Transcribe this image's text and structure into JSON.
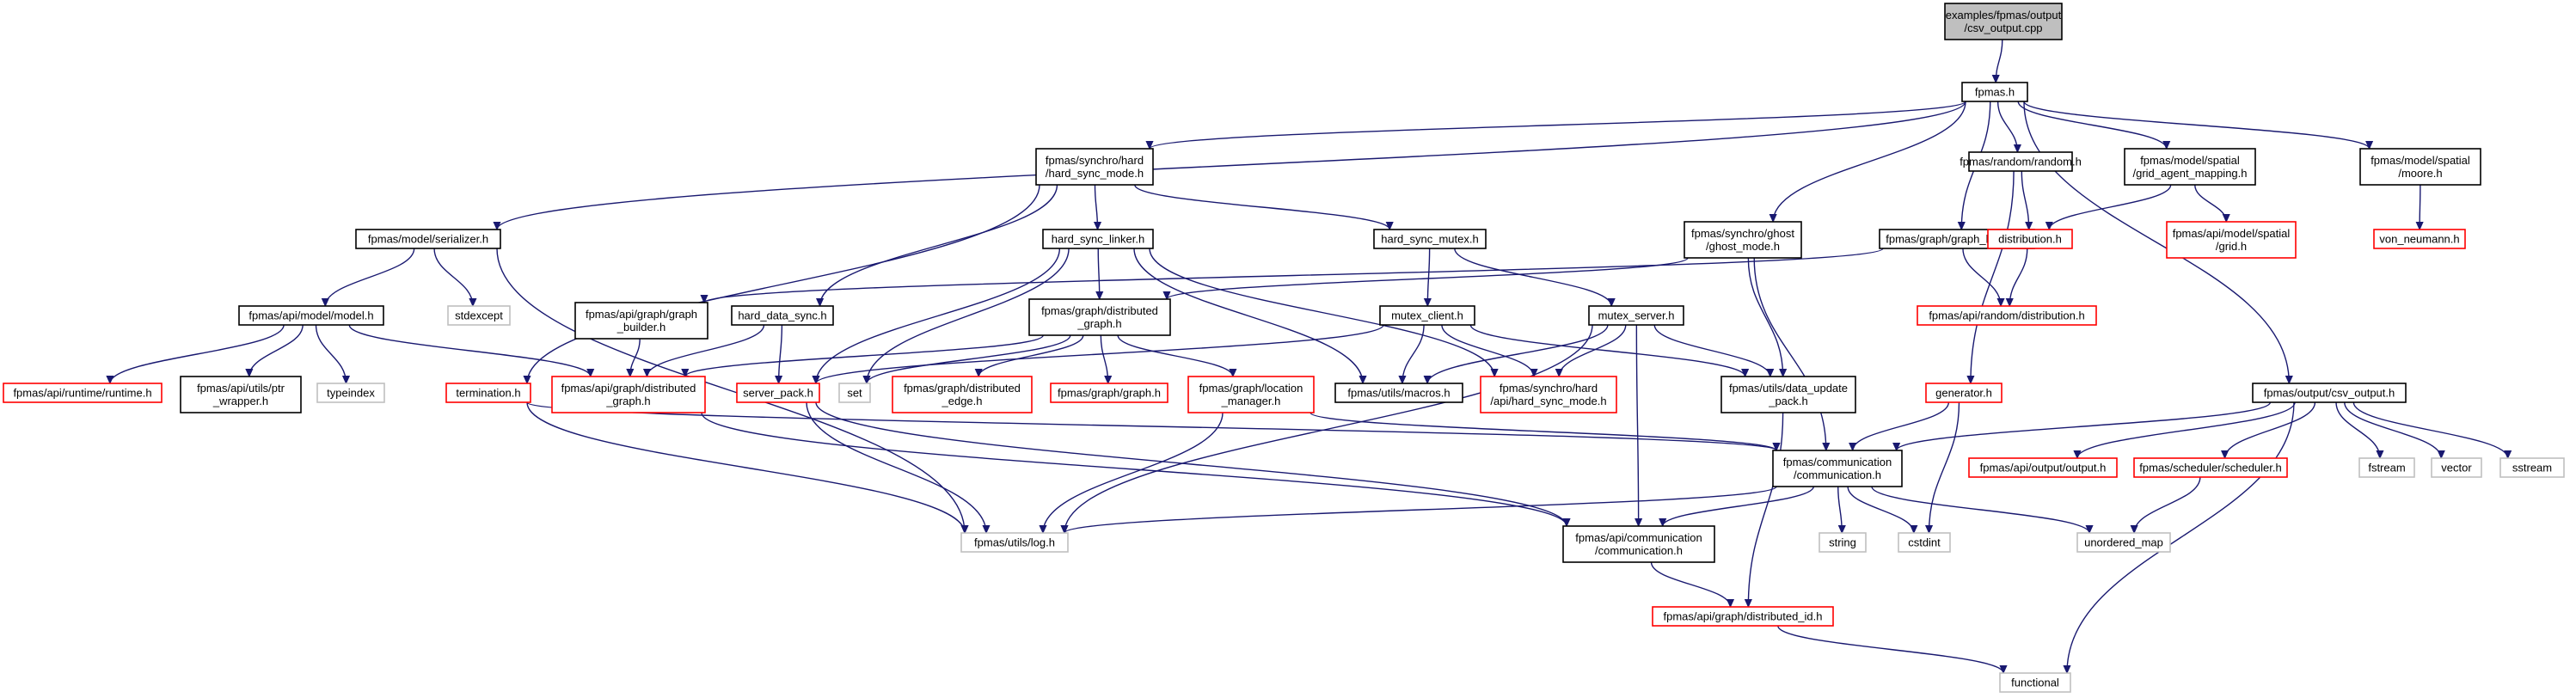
{
  "colors": {
    "edge": "#191970",
    "root_fill": "#bfbfbf",
    "root_stroke": "#000000",
    "normal_stroke": "#000000",
    "truncated_stroke": "#ff0000",
    "external_stroke": "#bfbfbf",
    "node_fill": "#ffffff"
  },
  "nodes": [
    {
      "id": "root",
      "kind": "root",
      "lines": [
        "examples/fpmas/output",
        "/csv_output.cpp"
      ]
    },
    {
      "id": "fpmas",
      "kind": "normal",
      "lines": [
        "fpmas.h"
      ]
    },
    {
      "id": "hard_sync_mode",
      "kind": "normal",
      "lines": [
        "fpmas/synchro/hard",
        "/hard_sync_mode.h"
      ]
    },
    {
      "id": "random",
      "kind": "normal",
      "lines": [
        "fpmas/random/random.h"
      ]
    },
    {
      "id": "grid_agent_mapping",
      "kind": "normal",
      "lines": [
        "fpmas/model/spatial",
        "/grid_agent_mapping.h"
      ]
    },
    {
      "id": "moore",
      "kind": "normal",
      "lines": [
        "fpmas/model/spatial",
        "/moore.h"
      ]
    },
    {
      "id": "serializer",
      "kind": "normal",
      "lines": [
        "fpmas/model/serializer.h"
      ]
    },
    {
      "id": "hard_sync_linker",
      "kind": "normal",
      "lines": [
        "hard_sync_linker.h"
      ]
    },
    {
      "id": "hard_sync_mutex",
      "kind": "normal",
      "lines": [
        "hard_sync_mutex.h"
      ]
    },
    {
      "id": "ghost_mode",
      "kind": "normal",
      "lines": [
        "fpmas/synchro/ghost",
        "/ghost_mode.h"
      ]
    },
    {
      "id": "graph_builder",
      "kind": "normal",
      "lines": [
        "fpmas/graph/graph_builder.h"
      ]
    },
    {
      "id": "distribution",
      "kind": "truncated",
      "lines": [
        "distribution.h"
      ]
    },
    {
      "id": "api_grid",
      "kind": "truncated",
      "lines": [
        "fpmas/api/model/spatial",
        "/grid.h"
      ]
    },
    {
      "id": "von_neumann",
      "kind": "truncated",
      "lines": [
        "von_neumann.h"
      ]
    },
    {
      "id": "stdexcept",
      "kind": "external",
      "lines": [
        "stdexcept"
      ]
    },
    {
      "id": "api_model",
      "kind": "normal",
      "lines": [
        "fpmas/api/model/model.h"
      ]
    },
    {
      "id": "api_graph_builder",
      "kind": "normal",
      "lines": [
        "fpmas/api/graph/graph",
        "_builder.h"
      ]
    },
    {
      "id": "hard_data_sync",
      "kind": "normal",
      "lines": [
        "hard_data_sync.h"
      ]
    },
    {
      "id": "graph_distributed_graph",
      "kind": "normal",
      "lines": [
        "fpmas/graph/distributed",
        "_graph.h"
      ]
    },
    {
      "id": "mutex_client",
      "kind": "normal",
      "lines": [
        "mutex_client.h"
      ]
    },
    {
      "id": "mutex_server",
      "kind": "normal",
      "lines": [
        "mutex_server.h"
      ]
    },
    {
      "id": "api_random_distribution",
      "kind": "truncated",
      "lines": [
        "fpmas/api/random/distribution.h"
      ]
    },
    {
      "id": "runtime",
      "kind": "truncated",
      "lines": [
        "fpmas/api/runtime/runtime.h"
      ]
    },
    {
      "id": "ptr_wrapper",
      "kind": "normal",
      "lines": [
        "fpmas/api/utils/ptr",
        "_wrapper.h"
      ]
    },
    {
      "id": "typeindex",
      "kind": "external",
      "lines": [
        "typeindex"
      ]
    },
    {
      "id": "termination",
      "kind": "truncated",
      "lines": [
        "termination.h"
      ]
    },
    {
      "id": "api_distributed_graph",
      "kind": "truncated",
      "lines": [
        "fpmas/api/graph/distributed",
        "_graph.h"
      ]
    },
    {
      "id": "server_pack",
      "kind": "truncated",
      "lines": [
        "server_pack.h"
      ]
    },
    {
      "id": "set",
      "kind": "external",
      "lines": [
        "set"
      ]
    },
    {
      "id": "distributed_edge",
      "kind": "truncated",
      "lines": [
        "fpmas/graph/distributed",
        "_edge.h"
      ]
    },
    {
      "id": "graph_graph",
      "kind": "truncated",
      "lines": [
        "fpmas/graph/graph.h"
      ]
    },
    {
      "id": "location_manager",
      "kind": "truncated",
      "lines": [
        "fpmas/graph/location",
        "_manager.h"
      ]
    },
    {
      "id": "macros",
      "kind": "normal",
      "lines": [
        "fpmas/utils/macros.h"
      ]
    },
    {
      "id": "api_hard_sync_mode",
      "kind": "truncated",
      "lines": [
        "fpmas/synchro/hard",
        "/api/hard_sync_mode.h"
      ]
    },
    {
      "id": "data_update_pack",
      "kind": "normal",
      "lines": [
        "fpmas/utils/data_update",
        "_pack.h"
      ]
    },
    {
      "id": "generator",
      "kind": "truncated",
      "lines": [
        "generator.h"
      ]
    },
    {
      "id": "csv_output",
      "kind": "normal",
      "lines": [
        "fpmas/output/csv_output.h"
      ]
    },
    {
      "id": "communication",
      "kind": "normal",
      "lines": [
        "fpmas/communication",
        "/communication.h"
      ]
    },
    {
      "id": "api_output",
      "kind": "truncated",
      "lines": [
        "fpmas/api/output/output.h"
      ]
    },
    {
      "id": "scheduler",
      "kind": "truncated",
      "lines": [
        "fpmas/scheduler/scheduler.h"
      ]
    },
    {
      "id": "fstream",
      "kind": "external",
      "lines": [
        "fstream"
      ]
    },
    {
      "id": "vector",
      "kind": "external",
      "lines": [
        "vector"
      ]
    },
    {
      "id": "sstream",
      "kind": "external",
      "lines": [
        "sstream"
      ]
    },
    {
      "id": "log",
      "kind": "external",
      "lines": [
        "fpmas/utils/log.h"
      ]
    },
    {
      "id": "api_communication",
      "kind": "normal",
      "lines": [
        "fpmas/api/communication",
        "/communication.h"
      ]
    },
    {
      "id": "string",
      "kind": "external",
      "lines": [
        "string"
      ]
    },
    {
      "id": "cstdint",
      "kind": "external",
      "lines": [
        "cstdint"
      ]
    },
    {
      "id": "unordered_map",
      "kind": "external",
      "lines": [
        "unordered_map"
      ]
    },
    {
      "id": "distributed_id",
      "kind": "truncated",
      "lines": [
        "fpmas/api/graph/distributed_id.h"
      ]
    },
    {
      "id": "functional",
      "kind": "external",
      "lines": [
        "functional"
      ]
    }
  ],
  "edges": [
    [
      "root",
      "fpmas"
    ],
    [
      "fpmas",
      "hard_sync_mode"
    ],
    [
      "fpmas",
      "random"
    ],
    [
      "fpmas",
      "grid_agent_mapping"
    ],
    [
      "fpmas",
      "moore"
    ],
    [
      "fpmas",
      "serializer"
    ],
    [
      "fpmas",
      "ghost_mode"
    ],
    [
      "fpmas",
      "graph_builder"
    ],
    [
      "fpmas",
      "csv_output"
    ],
    [
      "hard_sync_mode",
      "hard_sync_linker"
    ],
    [
      "hard_sync_mode",
      "hard_sync_mutex"
    ],
    [
      "hard_sync_mode",
      "hard_data_sync"
    ],
    [
      "hard_sync_mode",
      "termination"
    ],
    [
      "random",
      "distribution"
    ],
    [
      "random",
      "generator"
    ],
    [
      "grid_agent_mapping",
      "distribution"
    ],
    [
      "grid_agent_mapping",
      "api_grid"
    ],
    [
      "moore",
      "von_neumann"
    ],
    [
      "serializer",
      "stdexcept"
    ],
    [
      "serializer",
      "api_model"
    ],
    [
      "serializer",
      "log"
    ],
    [
      "graph_builder",
      "api_graph_builder"
    ],
    [
      "graph_builder",
      "api_random_distribution"
    ],
    [
      "distribution",
      "api_random_distribution"
    ],
    [
      "hard_sync_linker",
      "graph_distributed_graph"
    ],
    [
      "hard_sync_linker",
      "server_pack"
    ],
    [
      "hard_sync_linker",
      "set"
    ],
    [
      "hard_sync_linker",
      "macros"
    ],
    [
      "hard_sync_linker",
      "api_hard_sync_mode"
    ],
    [
      "hard_sync_mutex",
      "mutex_client"
    ],
    [
      "hard_sync_mutex",
      "mutex_server"
    ],
    [
      "ghost_mode",
      "graph_distributed_graph"
    ],
    [
      "ghost_mode",
      "data_update_pack"
    ],
    [
      "ghost_mode",
      "communication"
    ],
    [
      "api_model",
      "runtime"
    ],
    [
      "api_model",
      "ptr_wrapper"
    ],
    [
      "api_model",
      "typeindex"
    ],
    [
      "api_model",
      "api_distributed_graph"
    ],
    [
      "api_graph_builder",
      "api_distributed_graph"
    ],
    [
      "hard_data_sync",
      "api_distributed_graph"
    ],
    [
      "hard_data_sync",
      "server_pack"
    ],
    [
      "graph_distributed_graph",
      "api_distributed_graph"
    ],
    [
      "graph_distributed_graph",
      "set"
    ],
    [
      "graph_distributed_graph",
      "distributed_edge"
    ],
    [
      "graph_distributed_graph",
      "graph_graph"
    ],
    [
      "graph_distributed_graph",
      "location_manager"
    ],
    [
      "mutex_client",
      "server_pack"
    ],
    [
      "mutex_client",
      "macros"
    ],
    [
      "mutex_client",
      "api_hard_sync_mode"
    ],
    [
      "mutex_client",
      "data_update_pack"
    ],
    [
      "mutex_server",
      "macros"
    ],
    [
      "mutex_server",
      "api_hard_sync_mode"
    ],
    [
      "mutex_server",
      "data_update_pack"
    ],
    [
      "mutex_server",
      "log"
    ],
    [
      "mutex_server",
      "api_communication"
    ],
    [
      "termination",
      "communication"
    ],
    [
      "termination",
      "log"
    ],
    [
      "api_distributed_graph",
      "api_communication"
    ],
    [
      "server_pack",
      "log"
    ],
    [
      "server_pack",
      "api_communication"
    ],
    [
      "location_manager",
      "log"
    ],
    [
      "location_manager",
      "communication"
    ],
    [
      "data_update_pack",
      "distributed_id"
    ],
    [
      "generator",
      "communication"
    ],
    [
      "generator",
      "cstdint"
    ],
    [
      "csv_output",
      "communication"
    ],
    [
      "csv_output",
      "api_output"
    ],
    [
      "csv_output",
      "scheduler"
    ],
    [
      "csv_output",
      "fstream"
    ],
    [
      "csv_output",
      "vector"
    ],
    [
      "csv_output",
      "sstream"
    ],
    [
      "csv_output",
      "functional"
    ],
    [
      "scheduler",
      "unordered_map"
    ],
    [
      "communication",
      "log"
    ],
    [
      "communication",
      "api_communication"
    ],
    [
      "communication",
      "string"
    ],
    [
      "communication",
      "cstdint"
    ],
    [
      "communication",
      "unordered_map"
    ],
    [
      "api_communication",
      "distributed_id"
    ],
    [
      "distributed_id",
      "functional"
    ]
  ]
}
